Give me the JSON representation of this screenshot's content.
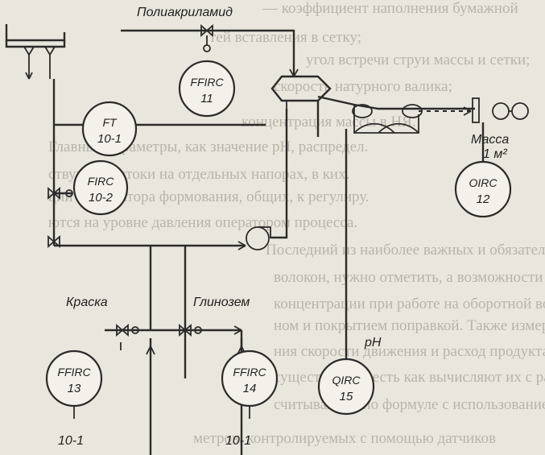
{
  "page_text": {
    "lines": [
      "— коэффициент наполнения бумажной",
      "тей вставления в сетку;",
      "угол встречи струи массы и сетки;",
      "скорость натурного валика;",
      "концентрация массы в НЯ.",
      "Главные параметры, как значение pH, распредел.",
      "ствующих стоки на отдельных напорах, в ких.",
      "ции анализатора формования, общих, к регулиру.",
      "ются на уровне давления оператором процесса.",
      "Последний из наиболее важных и обязательно",
      "волокон, нужно отметить, а возможности",
      "концентрации при работе на оборотной воде",
      "ном и покрытием поправкой. Также измере.",
      "ния скорости движения и расход продукта от",
      "существует, то есть как вычисляют их с рас",
      "считываются по формуле с использованием пара",
      "метров, контролируемых с помощью датчиков"
    ]
  },
  "labels": {
    "polyacrylamide": "Полиакриламид",
    "mass": "Масса",
    "mass_unit": "1 м²",
    "paint": "Краска",
    "alumina": "Глинозем",
    "ph": "pH"
  },
  "instruments": {
    "ffirc11": {
      "line1": "FFIRC",
      "line2": "11"
    },
    "ft101": {
      "line1": "FT",
      "line2": "10-1"
    },
    "firc102": {
      "line1": "FIRC",
      "line2": "10-2"
    },
    "oirc12": {
      "line1": "OIRC",
      "line2": "12"
    },
    "ffirc13": {
      "line1": "FFIRC",
      "line2": "13"
    },
    "ffirc14": {
      "line1": "FFIRC",
      "line2": "14"
    },
    "qirc15": {
      "line1": "QIRC",
      "line2": "15"
    }
  },
  "refs": {
    "ref13": "10-1",
    "ref14": "10-1"
  }
}
